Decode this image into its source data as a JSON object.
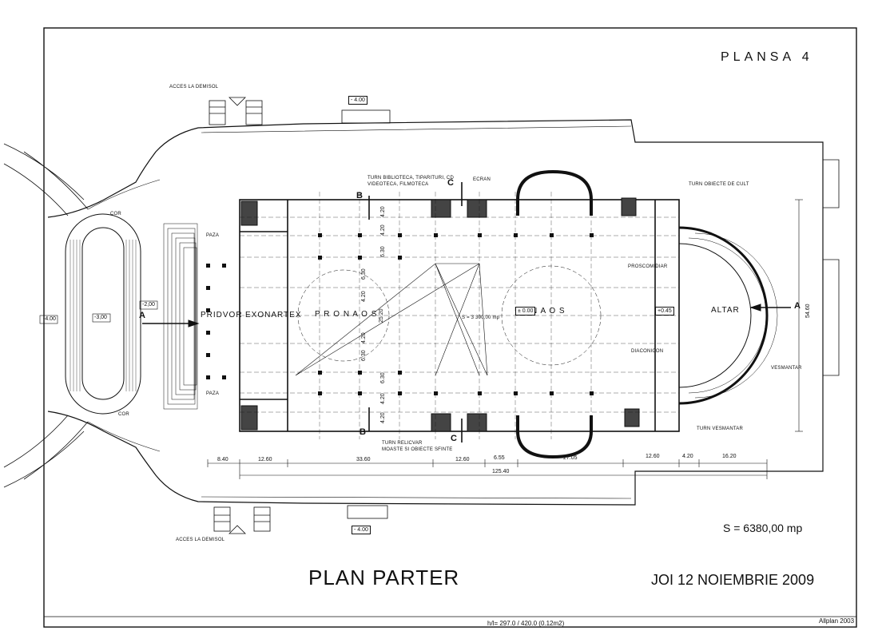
{
  "sheet": {
    "sheet_number": "PLANSA 4",
    "title": "PLAN PARTER",
    "date": "JOI 12 NOIEMBRIE 2009",
    "total_area": "S = 6380,00 mp",
    "pronaos_area": "S = 3 300,00 mp",
    "paper_format": "h/l= 297.0 / 420.0 (0.12m2)",
    "software": "Allplan 2003"
  },
  "rooms": {
    "pridvor": "PRIDVOR",
    "exonartex": "EXONARTEX",
    "pronaos": "P R O N A O S",
    "naos": "N A O S",
    "altar": "ALTAR",
    "proscomidiar": "PROSCOMIDIAR",
    "diaconicon": "DIACONICON",
    "vesmantar": "VESMANTAR",
    "cor_top": "COR",
    "cor_bottom": "COR",
    "paza_top": "PAZA",
    "paza_bottom": "PAZA",
    "ecran": "ECRAN"
  },
  "annotations": {
    "acces_top": "ACCES LA DEMISOL",
    "acces_bottom": "ACCES LA DEMISOL",
    "turn_biblioteca_1": "TURN BIBLIOTECA, TIPARITURI, CD",
    "turn_biblioteca_2": "VIDEOTECA, FILMOTECA",
    "turn_obiecte": "TURN OBIECTE DE CULT",
    "turn_vesmantar": "TURN VESMANTAR",
    "turn_relicvar_1": "TURN RELICVAR",
    "turn_relicvar_2": "MOASTE SI OBIECTE SFINTE"
  },
  "levels": {
    "top": "- 4.00",
    "bottom": "- 4.00",
    "left_far": "-4.00",
    "left_mid": "-3,00",
    "left_near": "-2,00",
    "naos": "± 0.00",
    "altar": "+0.45"
  },
  "sections": {
    "a_left": "A",
    "a_right": "A",
    "b_top": "B",
    "b_bottom": "B",
    "c_top": "C",
    "c_bottom": "C"
  },
  "dimensions": {
    "row1": [
      "8.40",
      "12.60",
      "33.60",
      "12.60",
      "6.55",
      "27.05",
      "12.60",
      "4.20",
      "16.20"
    ],
    "overall_length": "125.40",
    "overall_width": "54.60",
    "vertical_top": [
      "4.20",
      "4.20",
      "6.30"
    ],
    "vertical_mid": [
      "6.30",
      "4.20",
      "25.20",
      "4.20",
      "6.30"
    ],
    "vertical_bottom": [
      "6.30",
      "4.20",
      "4.20"
    ]
  }
}
